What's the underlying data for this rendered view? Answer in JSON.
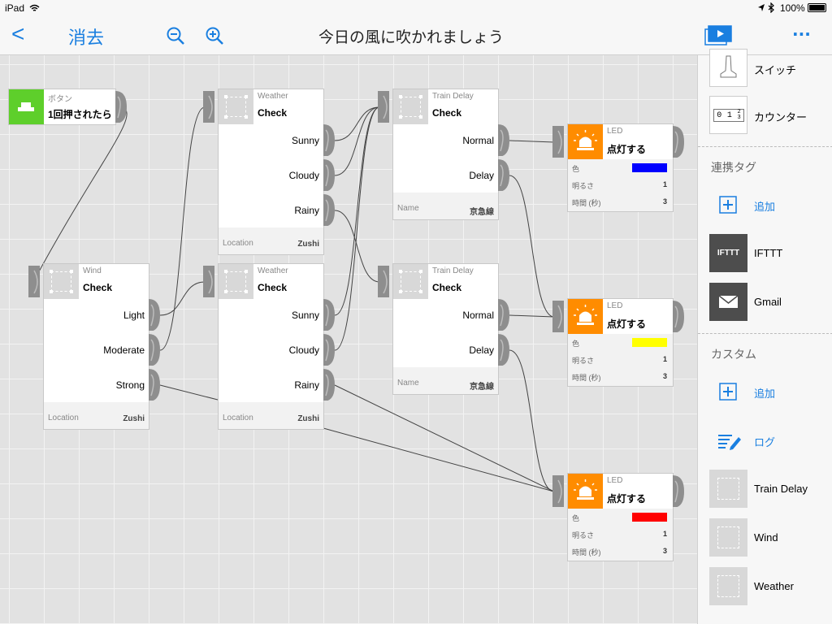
{
  "status": {
    "device": "iPad",
    "battery": "100%"
  },
  "nav": {
    "back": "<",
    "clear": "消去",
    "title": "今日の風に吹かれましょう",
    "more": "···"
  },
  "nodes": {
    "button": {
      "category": "ボタン",
      "title": "1回押されたら"
    },
    "wind": {
      "category": "Wind",
      "title": "Check",
      "outputs": [
        "Light",
        "Moderate",
        "Strong"
      ],
      "footer_key": "Location",
      "footer_val": "Zushi"
    },
    "weather1": {
      "category": "Weather",
      "title": "Check",
      "outputs": [
        "Sunny",
        "Cloudy",
        "Rainy"
      ],
      "footer_key": "Location",
      "footer_val": "Zushi"
    },
    "weather2": {
      "category": "Weather",
      "title": "Check",
      "outputs": [
        "Sunny",
        "Cloudy",
        "Rainy"
      ],
      "footer_key": "Location",
      "footer_val": "Zushi"
    },
    "train1": {
      "category": "Train Delay",
      "title": "Check",
      "outputs": [
        "Normal",
        "Delay"
      ],
      "footer_key": "Name",
      "footer_val": "京急線"
    },
    "train2": {
      "category": "Train Delay",
      "title": "Check",
      "outputs": [
        "Normal",
        "Delay"
      ],
      "footer_key": "Name",
      "footer_val": "京急線"
    },
    "led1": {
      "category": "LED",
      "title": "点灯する",
      "color_label": "色",
      "color": "#0000ff",
      "brightness_label": "明るさ",
      "brightness": "1",
      "time_label": "時間 (秒)",
      "time": "3"
    },
    "led2": {
      "category": "LED",
      "title": "点灯する",
      "color_label": "色",
      "color": "#ffff00",
      "brightness_label": "明るさ",
      "brightness": "1",
      "time_label": "時間 (秒)",
      "time": "3"
    },
    "led3": {
      "category": "LED",
      "title": "点灯する",
      "color_label": "色",
      "color": "#ff0000",
      "brightness_label": "明るさ",
      "brightness": "1",
      "time_label": "時間 (秒)",
      "time": "3"
    }
  },
  "sidebar": {
    "switch": "スイッチ",
    "counter": "カウンター",
    "counter_digits": [
      "0",
      "1",
      "2",
      "3"
    ],
    "tags_header": "連携タグ",
    "tags_add": "追加",
    "ifttt_logo": "IFTTT",
    "ifttt": "IFTTT",
    "gmail": "Gmail",
    "custom_header": "カスタム",
    "custom_add": "追加",
    "log": "ログ",
    "train_delay": "Train Delay",
    "wind": "Wind",
    "weather": "Weather"
  },
  "colors": {
    "accent": "#1a7fe0",
    "button_green": "#5ecf2b",
    "led_orange": "#ff8c00",
    "port_gray": "#8e8e8e"
  }
}
